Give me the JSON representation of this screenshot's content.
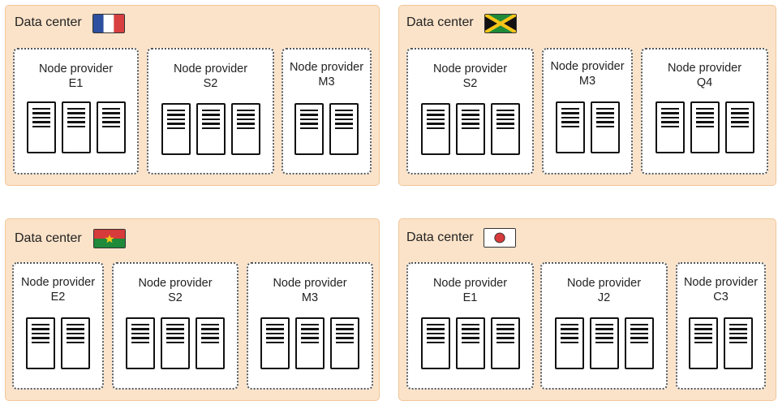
{
  "datacenters": [
    {
      "id": "france",
      "title": "Data center",
      "flag_icon": "flag-france-icon",
      "providers": [
        {
          "name": "Node provider",
          "code": "E1",
          "servers": 3
        },
        {
          "name": "Node provider",
          "code": "S2",
          "servers": 3
        },
        {
          "name": "Node provider",
          "code": "M3",
          "servers": 2
        }
      ]
    },
    {
      "id": "jamaica",
      "title": "Data center",
      "flag_icon": "flag-jamaica-icon",
      "providers": [
        {
          "name": "Node provider",
          "code": "S2",
          "servers": 3
        },
        {
          "name": "Node provider",
          "code": "M3",
          "servers": 2
        },
        {
          "name": "Node provider",
          "code": "Q4",
          "servers": 3
        }
      ]
    },
    {
      "id": "burkina-faso",
      "title": "Data center",
      "flag_icon": "flag-burkina-faso-icon",
      "providers": [
        {
          "name": "Node provider",
          "code": "E2",
          "servers": 2
        },
        {
          "name": "Node provider",
          "code": "S2",
          "servers": 3
        },
        {
          "name": "Node provider",
          "code": "M3",
          "servers": 3
        }
      ]
    },
    {
      "id": "japan",
      "title": "Data center",
      "flag_icon": "flag-japan-icon",
      "providers": [
        {
          "name": "Node provider",
          "code": "E1",
          "servers": 3
        },
        {
          "name": "Node provider",
          "code": "J2",
          "servers": 3
        },
        {
          "name": "Node provider",
          "code": "C3",
          "servers": 2
        }
      ]
    }
  ],
  "colors": {
    "datacenter_fill": "#fbe3c9",
    "datacenter_border": "#f0c69a",
    "provider_border": "#555555",
    "server_stroke": "#111111"
  }
}
